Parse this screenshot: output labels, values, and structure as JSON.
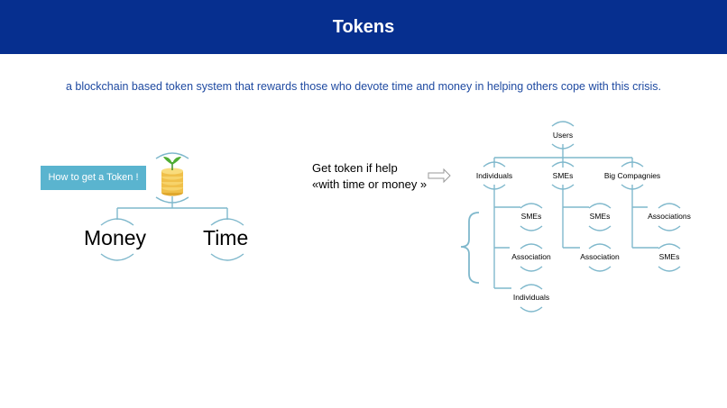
{
  "header": {
    "title": "Tokens"
  },
  "subtitle": "a blockchain based token system that rewards those who devote time and money in helping others cope with this crisis.",
  "left_diagram": {
    "button_label": "How to get a Token !",
    "branches": [
      "Money",
      "Time"
    ],
    "icon": "coin-stack-with-sprout-icon"
  },
  "middle": {
    "text_line1": "Get token if help",
    "text_line2": "«with time or money »",
    "arrow_icon": "right-arrow-icon"
  },
  "tree": {
    "root": "Users",
    "level1": [
      "Individuals",
      "SMEs",
      "Big Compagnies"
    ],
    "individuals_children": [
      "SMEs",
      "Association",
      "Individuals"
    ],
    "smes_children": [
      "SMEs",
      "Association"
    ],
    "big_children": [
      "Associations",
      "SMEs"
    ]
  },
  "colors": {
    "header_bg": "#062f8f",
    "subtitle_text": "#1f4aa1",
    "button_bg": "#5ab4cf",
    "connector": "#7fb8cc"
  }
}
